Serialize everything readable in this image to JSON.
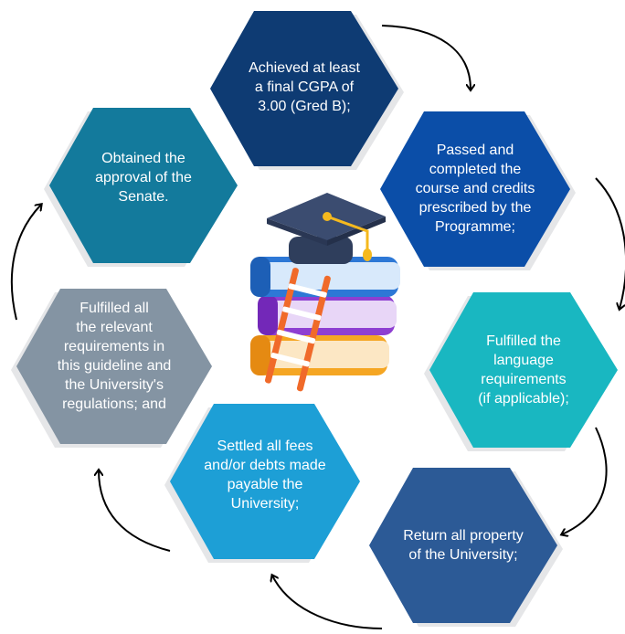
{
  "steps": [
    {
      "id": "cgpa",
      "lines": [
        "Achieved at least",
        "a final CGPA of",
        "3.00 (Gred B);"
      ],
      "color": "#0E3B73"
    },
    {
      "id": "credits",
      "lines": [
        "Passed and",
        "completed the",
        "course and credits",
        "prescribed by the",
        "Programme;"
      ],
      "color": "#0B4EA8"
    },
    {
      "id": "language",
      "lines": [
        "Fulfilled the",
        "language",
        "requirements",
        "(if applicable);"
      ],
      "color": "#19B7C1"
    },
    {
      "id": "property",
      "lines": [
        "Return all property",
        "of the University;"
      ],
      "color": "#2C5A96"
    },
    {
      "id": "fees",
      "lines": [
        "Settled all fees",
        "and/or debts made",
        "payable the",
        "University;"
      ],
      "color": "#1D9FD6"
    },
    {
      "id": "guideline",
      "lines": [
        "Fulfilled all",
        "the relevant",
        "requirements in",
        "this guideline and",
        "the University's",
        "regulations; and"
      ],
      "color": "#8494A3"
    },
    {
      "id": "senate",
      "lines": [
        "Obtained the",
        "approval of the",
        "Senate."
      ],
      "color": "#137A9C"
    }
  ],
  "center_illustration": "graduation-cap-books-ladder-icon",
  "shadow_color": "#E5E6E8",
  "arrow_color": "#000000"
}
